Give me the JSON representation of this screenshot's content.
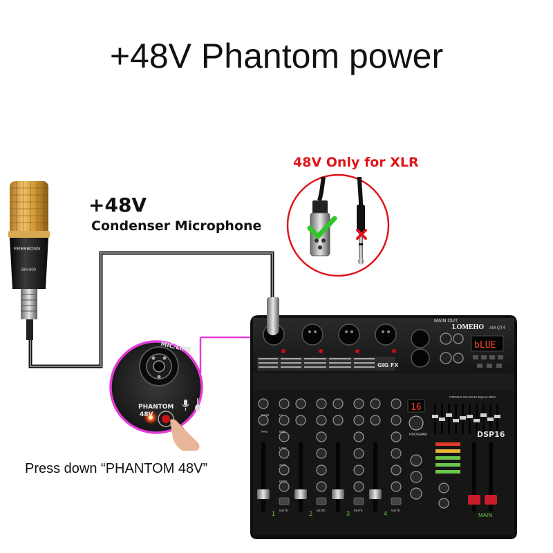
{
  "title": "+48V Phantom power",
  "mic_label": {
    "voltage": "+48V",
    "type": "Condenser Microphone"
  },
  "microphone": {
    "brand": "FREEBOSS",
    "model": "BM-800"
  },
  "xlr_note": "48V Only for XLR",
  "instruction": "Press down “PHANTOM 48V”",
  "zoom_panel": {
    "jack_label": "MIC/LINE",
    "button_label_line1": "PHANTOM",
    "button_label_line2": "48V"
  },
  "mixer": {
    "brand": "LOMEHO",
    "model": "AM-QT4",
    "main_out": "MAIN OUT",
    "display": "bLUE",
    "effect_display": "16",
    "dsp": "DSP16",
    "channels": [
      "1",
      "2",
      "3",
      "4"
    ],
    "main_label": "MAIN",
    "knob_labels": [
      "GAIN",
      "HI",
      "MID",
      "LOW",
      "AUX",
      "EFFX",
      "PAN"
    ],
    "mute_label": "MUTE",
    "program_label": "PROGRAM",
    "eq_label": "STEREO GRAPHIC EQUALIZER",
    "gig_label": "GIG FX"
  },
  "colors": {
    "accent_pink": "#e33bd6",
    "warning_red": "#e0151b",
    "check_green": "#34c42c",
    "mic_gold": "#d4a347",
    "cable": "#111111"
  },
  "icons": [
    "check-icon",
    "cross-icon",
    "microphone-icon",
    "guitar-icon",
    "finger-icon"
  ]
}
